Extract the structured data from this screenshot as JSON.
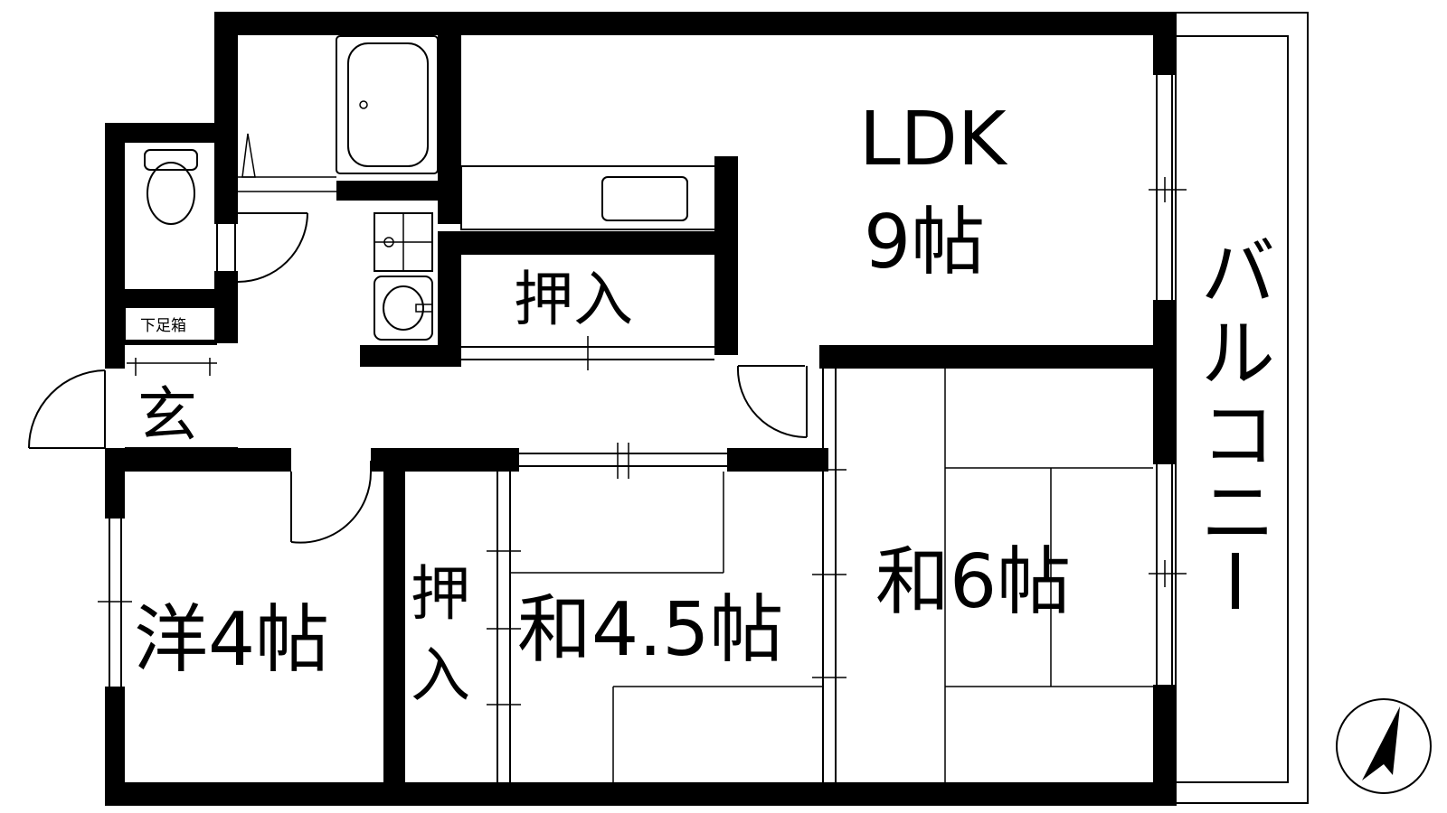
{
  "rooms": {
    "ldk_line1": "LDK",
    "ldk_line2": "9帖",
    "washitsu6": "和6帖",
    "washitsu45": "和4.5帖",
    "yoshitsu4": "洋4帖",
    "oshiire_top": "押入",
    "oshiire_side_1": "押",
    "oshiire_side_2": "入",
    "genkan": "玄",
    "getabako": "下足箱",
    "balcony": [
      "バ",
      "ル",
      "コ",
      "ニ",
      "ー"
    ]
  },
  "compass": {
    "icon": "north-arrow-icon"
  }
}
